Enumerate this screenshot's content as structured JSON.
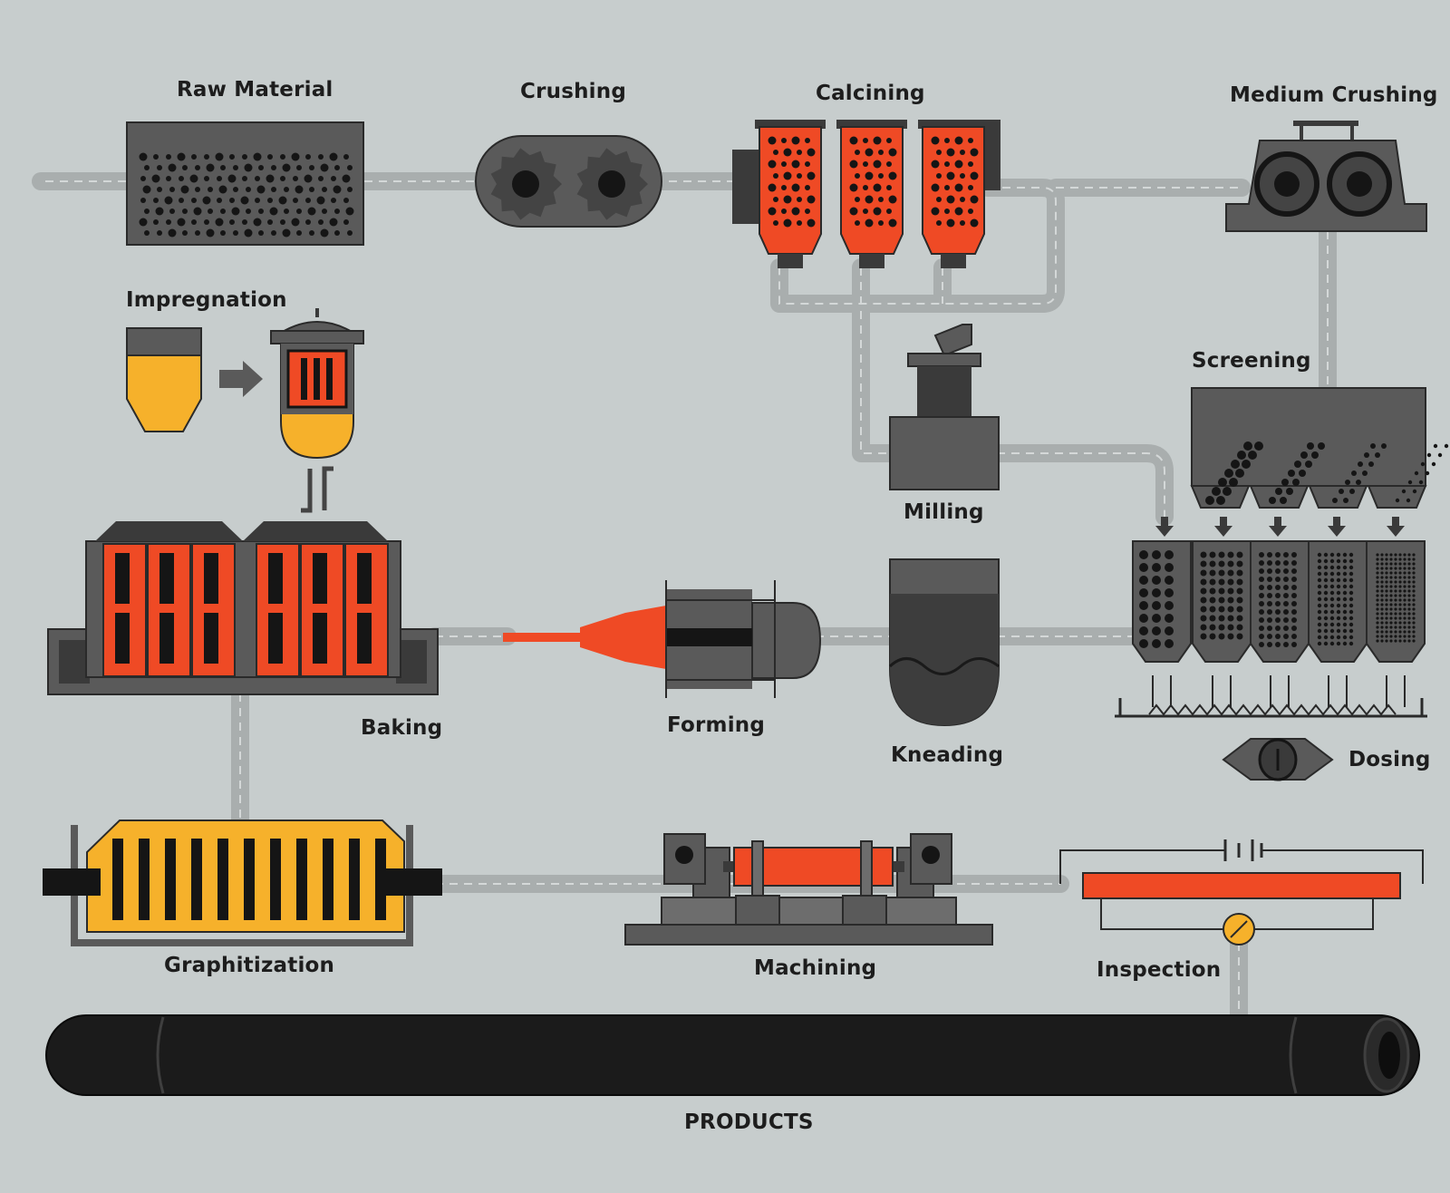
{
  "labels": {
    "raw_material": "Raw Material",
    "crushing": "Crushing",
    "calcining": "Calcining",
    "medium_crushing": "Medium Crushing",
    "impregnation": "Impregnation",
    "screening": "Screening",
    "milling": "Milling",
    "baking": "Baking",
    "forming": "Forming",
    "kneading": "Kneading",
    "dosing": "Dosing",
    "graphitization": "Graphitization",
    "machining": "Machining",
    "inspection": "Inspection",
    "products": "PRODUCTS"
  },
  "colors": {
    "background": "#c7cdcd",
    "pipe": "#a9aeae",
    "machine_dark": "#5a5a5a",
    "machine_mid": "#6d6d6d",
    "hot_orange": "#ef4a25",
    "graphite_yellow": "#f6b12b",
    "product_black": "#1b1b1b"
  }
}
